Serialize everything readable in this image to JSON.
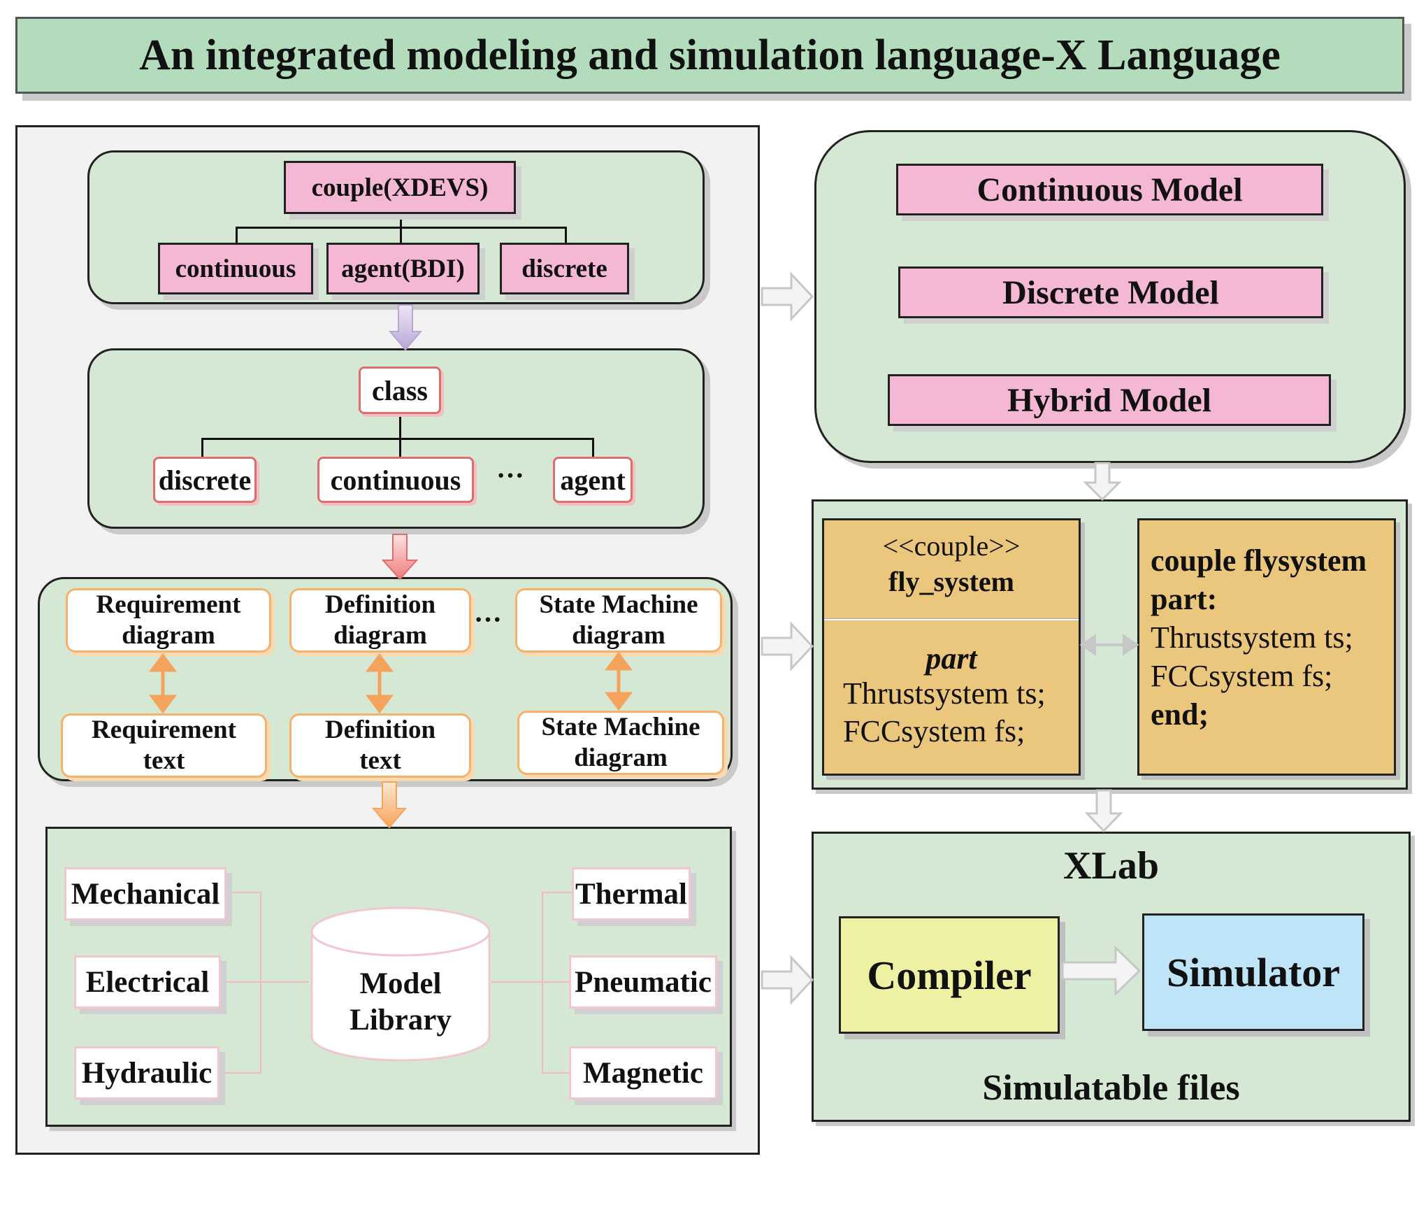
{
  "title": "An integrated modeling and simulation language-X Language",
  "couple_group": {
    "root": "couple(XDEVS)",
    "children": [
      "continuous",
      "agent(BDI)",
      "discrete"
    ]
  },
  "class_group": {
    "root": "class",
    "children": [
      "discrete",
      "continuous",
      "agent"
    ],
    "ellipsis": "···"
  },
  "diagram_group": {
    "top": [
      {
        "line1": "Requirement",
        "line2": "diagram"
      },
      {
        "line1": "Definition",
        "line2": "diagram"
      },
      {
        "line1": "State Machine",
        "line2": "diagram"
      }
    ],
    "bottom": [
      {
        "line1": "Requirement",
        "line2": "text"
      },
      {
        "line1": "Definition",
        "line2": "text"
      },
      {
        "line1": "State Machine",
        "line2": "diagram"
      }
    ],
    "ellipsis": "···"
  },
  "library_group": {
    "left": [
      "Mechanical",
      "Electrical",
      "Hydraulic"
    ],
    "center_line1": "Model",
    "center_line2": "Library",
    "right": [
      "Thermal",
      "Pneumatic",
      "Magnetic"
    ]
  },
  "models": [
    "Continuous Model",
    "Discrete Model",
    "Hybrid Model"
  ],
  "fly_system": {
    "stereotype": "<<couple>>",
    "name": "fly_system",
    "part_label": "part",
    "lines": [
      "Thrustsystem ts;",
      "FCCsystem fs;"
    ]
  },
  "code_box": {
    "line1": "couple flysystem",
    "line2": "part:",
    "lines": [
      "Thrustsystem ts;",
      "FCCsystem fs;"
    ],
    "end": "end;"
  },
  "xlab": {
    "title": "XLab",
    "compiler": "Compiler",
    "simulator": "Simulator",
    "footer": "Simulatable files"
  },
  "colors": {
    "green": "#d5e8d4",
    "title_green": "#b3dcbc",
    "pink": "#f4b8d4",
    "orange": "#ebc77e",
    "yellow": "#eef0a4",
    "blue": "#bde4f7"
  }
}
